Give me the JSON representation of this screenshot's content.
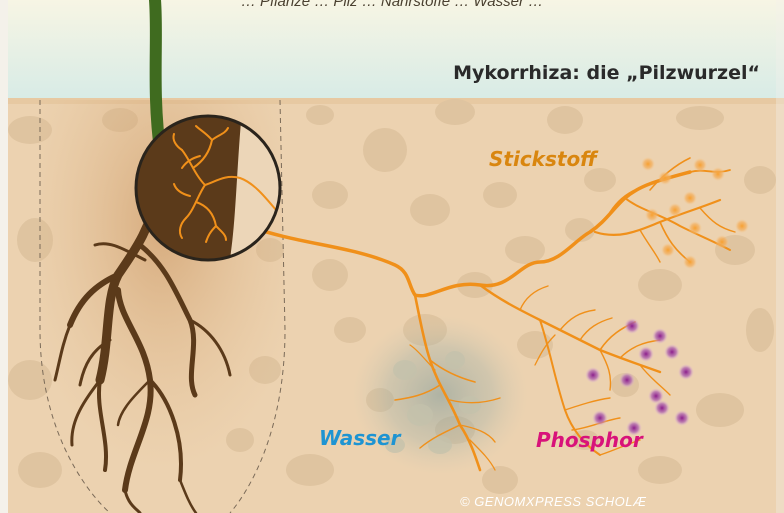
{
  "top_caption": "… Pflanze … Pilz … Nährstoffe … Wasser …",
  "title": "Mykorrhiza: die „Pilzwurzel“",
  "labels": {
    "stickstoff": "Stickstoff",
    "wasser": "Wasser",
    "phosphor": "Phosphor"
  },
  "copyright": "© GENOMXPRESS SCHOLÆ",
  "colors": {
    "sky": "#dcebe6",
    "soil": "#ecd2b0",
    "stone": "#dfc4a0",
    "root": "#5b3a1a",
    "stem": "#3f6b1f",
    "hyphae": "#f0901a",
    "stickstoff": "#d9860f",
    "wasser": "#1e94d2",
    "phosphor": "#d8127a",
    "phosphor_dot": "#8c2a8c"
  }
}
